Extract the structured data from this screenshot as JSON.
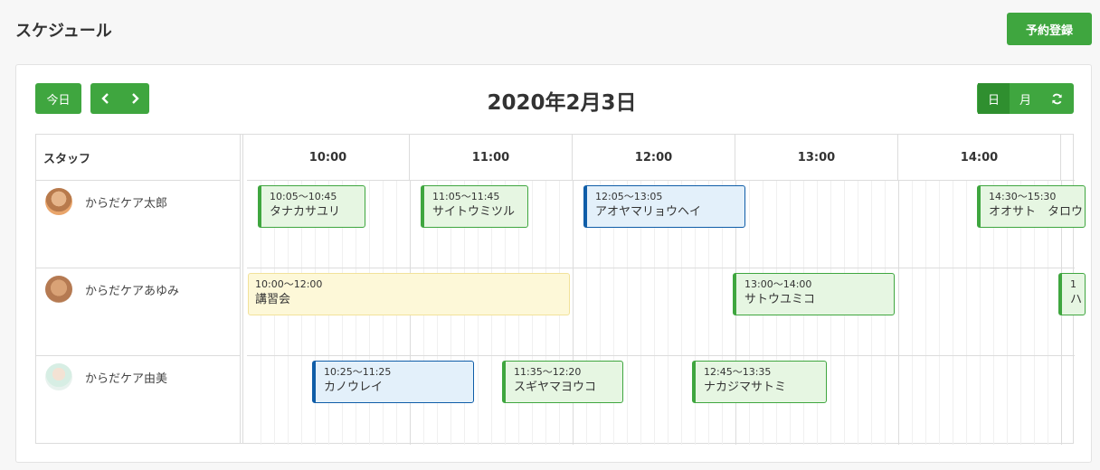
{
  "header": {
    "title": "スケジュール",
    "reserve_label": "予約登録"
  },
  "toolbar": {
    "today_label": "今日",
    "date_title": "2020年2月3日",
    "view_day": "日",
    "view_month": "月"
  },
  "grid": {
    "staff_header": "スタッフ",
    "hours": [
      "10:00",
      "11:00",
      "12:00",
      "13:00",
      "14:00"
    ]
  },
  "staff": [
    {
      "name": "からだケア太郎"
    },
    {
      "name": "からだケアあゆみ"
    },
    {
      "name": "からだケア由美"
    }
  ],
  "events": [
    {
      "staff": 0,
      "time": "10:05〜10:45",
      "name": "タナカサユリ",
      "color": "green"
    },
    {
      "staff": 0,
      "time": "11:05〜11:45",
      "name": "サイトウミツル",
      "color": "green"
    },
    {
      "staff": 0,
      "time": "12:05〜13:05",
      "name": "アオヤマリョウヘイ",
      "color": "blue"
    },
    {
      "staff": 0,
      "time": "14:30〜15:30",
      "name": "オオサト　タロウ",
      "color": "green"
    },
    {
      "staff": 1,
      "time": "10:00〜12:00",
      "name": "講習会",
      "color": "yellow"
    },
    {
      "staff": 1,
      "time": "13:00〜14:00",
      "name": "サトウユミコ",
      "color": "green"
    },
    {
      "staff": 1,
      "time": "1",
      "name": "ハ",
      "color": "green"
    },
    {
      "staff": 2,
      "time": "10:25〜11:25",
      "name": "カノウレイ",
      "color": "blue"
    },
    {
      "staff": 2,
      "time": "11:35〜12:20",
      "name": "スギヤマヨウコ",
      "color": "green"
    },
    {
      "staff": 2,
      "time": "12:45〜13:35",
      "name": "ナカジマサトミ",
      "color": "green"
    }
  ],
  "icons": {
    "prev": "chevron-left-icon",
    "next": "chevron-right-icon",
    "refresh": "refresh-icon"
  },
  "colors": {
    "accent": "#3fa63f",
    "event_green": "#e6f6e2",
    "event_blue": "#e3f0fa",
    "event_yellow": "#fdf8d8"
  }
}
